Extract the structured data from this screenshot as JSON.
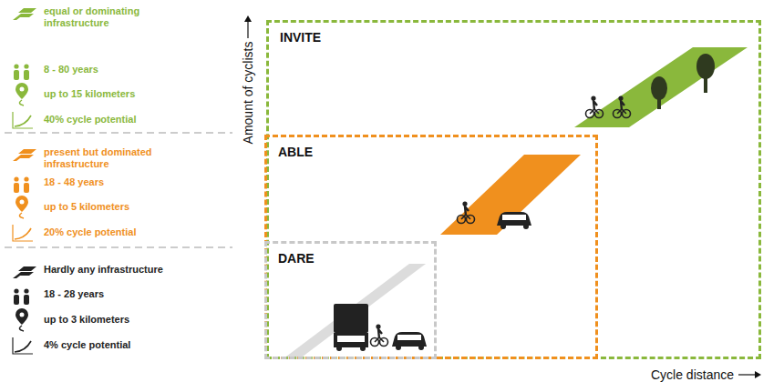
{
  "diagram": {
    "nodes": [
      {
        "text": [
          "INVITE"
        ]
      },
      {
        "text": [
          "ABLE"
        ],
        "in": 0
      },
      {
        "text": [
          "DARE"
        ],
        "in": 1
      }
    ],
    "labels": [
      "Amount of cyclists",
      "Cycle distance"
    ],
    "legend": [
      {
        "text": "equal or dominating infrastructure"
      },
      {
        "text": "8 - 80 years"
      },
      {
        "text": "up to 15 kilometers"
      },
      {
        "text": "40% cycle potential"
      },
      {
        "text": "present but dominated infrastructure"
      },
      {
        "text": "18 - 48 years"
      },
      {
        "text": "up to 5 kilometers"
      },
      {
        "text": "20% cycle potential"
      },
      {
        "text": "Hardly any infrastructure"
      },
      {
        "text": "18 - 28 years"
      },
      {
        "text": "up to 3 kilometers"
      },
      {
        "text": "4% cycle potential"
      }
    ]
  }
}
